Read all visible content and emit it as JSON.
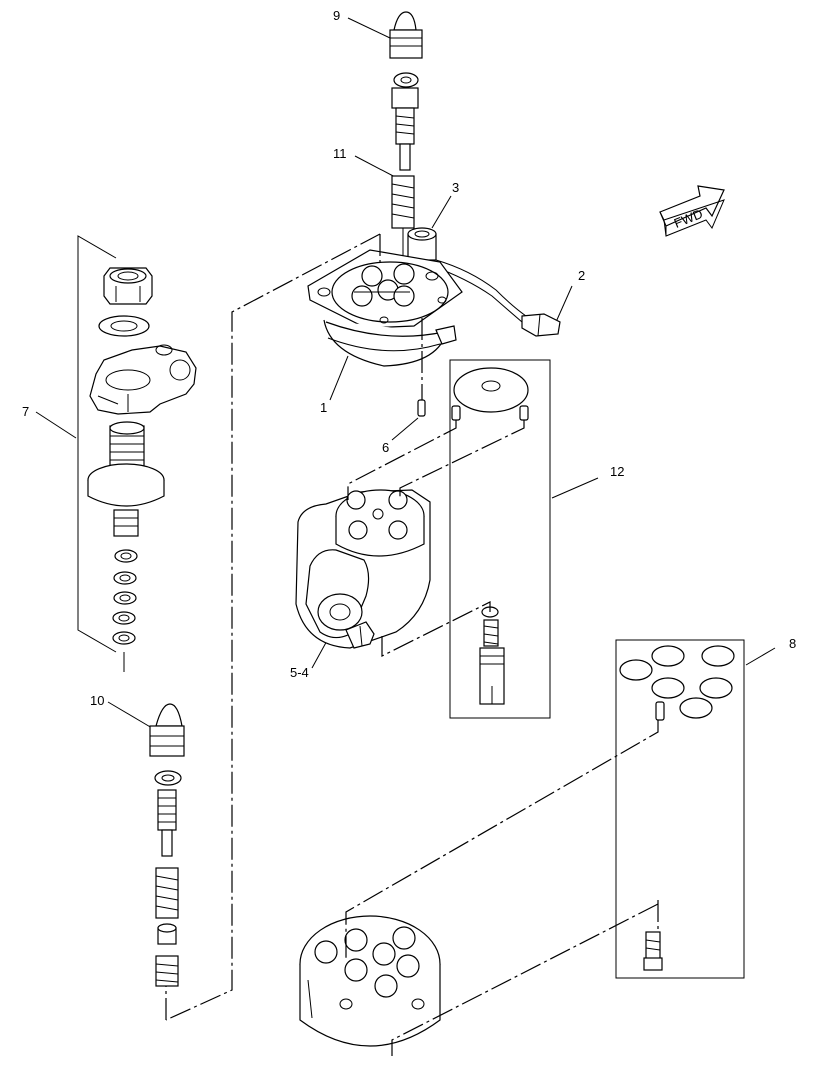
{
  "diagram": {
    "direction_label": "FWD",
    "callouts": [
      {
        "id": "c9",
        "label": "9"
      },
      {
        "id": "c11",
        "label": "11"
      },
      {
        "id": "c3",
        "label": "3"
      },
      {
        "id": "c2",
        "label": "2"
      },
      {
        "id": "c1",
        "label": "1"
      },
      {
        "id": "c6",
        "label": "6"
      },
      {
        "id": "c7",
        "label": "7"
      },
      {
        "id": "c12",
        "label": "12"
      },
      {
        "id": "c54",
        "label": "5-4"
      },
      {
        "id": "c10",
        "label": "10"
      },
      {
        "id": "c8",
        "label": "8"
      }
    ]
  }
}
